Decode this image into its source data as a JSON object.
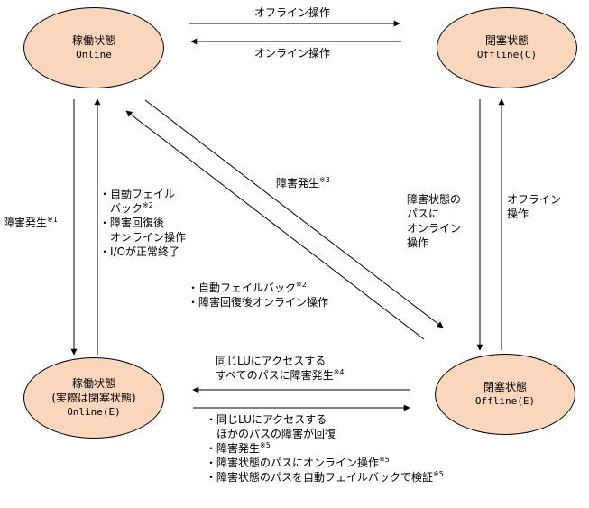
{
  "colors": {
    "state_fill": "#fad6bd",
    "line": "#000000"
  },
  "states": {
    "online": {
      "title": "稼働状態",
      "sub": "Online"
    },
    "offline_c": {
      "title": "閉塞状態",
      "sub": "Offline(C)"
    },
    "online_e": {
      "title": "稼働状態",
      "title2": "(実際は閉塞状態)",
      "sub": "Online(E)"
    },
    "offline_e": {
      "title": "閉塞状態",
      "sub": "Offline(E)"
    }
  },
  "labels": {
    "offline_op": "オフライン操作",
    "online_op": "オンライン操作",
    "failure1": {
      "text": "障害発生",
      "note": "※1"
    },
    "failback_group": {
      "l1": "・自動フェイル",
      "l2": "バック",
      "l2_note": "※2",
      "l3": "・障害回復後",
      "l4": "オンライン操作",
      "l5": "・I/Oが正常終了"
    },
    "failure3": {
      "text": "障害発生",
      "note": "※3"
    },
    "failback_diag": {
      "l1": "・自動フェイルバック",
      "l1_note": "※2",
      "l2": "・障害回復後オンライン操作"
    },
    "online_to_failed": {
      "l1": "障害状態の",
      "l2": "パスに",
      "l3": "オンライン",
      "l4": "操作"
    },
    "offline_op_right": {
      "l1": "オフライン",
      "l2": "操作"
    },
    "same_lu_all": {
      "l1": "同じLUにアクセスする",
      "l2": "すべてのパスに障害発生",
      "l2_note": "※4"
    },
    "bottom_group": {
      "l1": "・同じLUにアクセスする",
      "l2": "ほかのパスの障害が回復",
      "l3": "・障害発生",
      "l3_note": "※5",
      "l4": "・障害状態のパスにオンライン操作",
      "l4_note": "※5",
      "l5": "・障害状態のパスを自動フェイルバックで検証",
      "l5_note": "※5"
    }
  }
}
